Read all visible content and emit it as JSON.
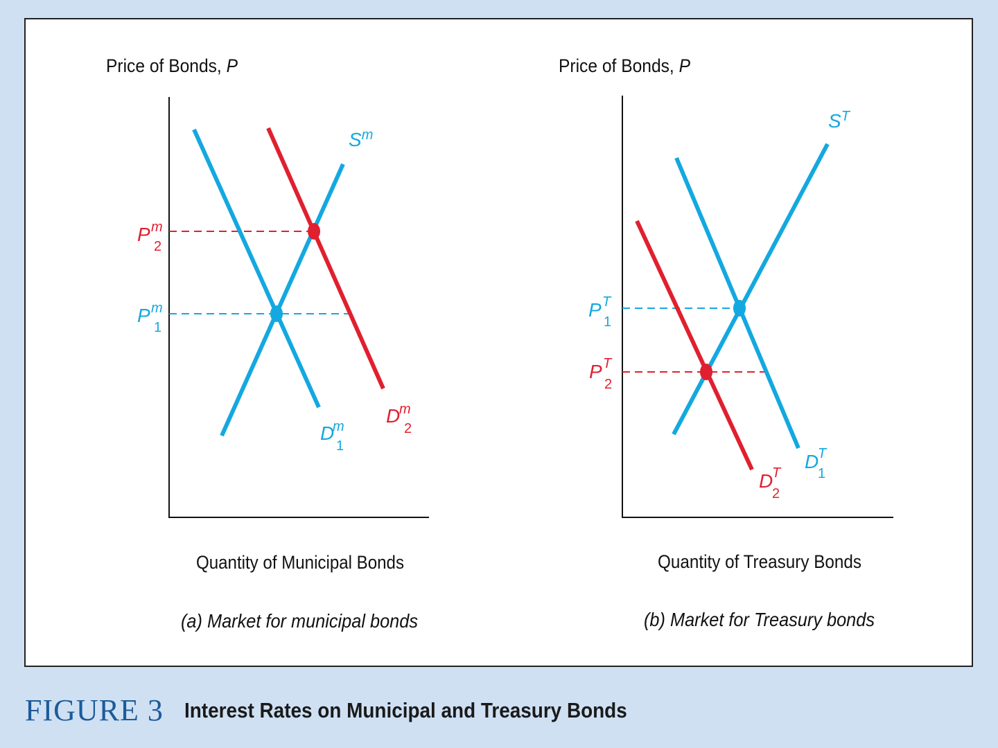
{
  "colors": {
    "blue": "#14a8e0",
    "red": "#e0202f",
    "axis": "#111111",
    "text": "#111111"
  },
  "panel_a": {
    "y_axis_label_text": "Price of Bonds, ",
    "y_axis_label_var": "P",
    "x_axis_label": "Quantity of Municipal Bonds",
    "subtitle": "(a) Market for municipal bonds",
    "supply_label": {
      "base": "S",
      "sup": "m",
      "sub": ""
    },
    "demand1_label": {
      "base": "D",
      "sup": "m",
      "sub": "1"
    },
    "demand2_label": {
      "base": "D",
      "sup": "m",
      "sub": "2"
    },
    "price1_label": {
      "base": "P",
      "sup": "m",
      "sub": "1"
    },
    "price2_label": {
      "base": "P",
      "sup": "m",
      "sub": "2"
    }
  },
  "panel_b": {
    "y_axis_label_text": "Price of Bonds, ",
    "y_axis_label_var": "P",
    "x_axis_label": "Quantity of Treasury Bonds",
    "subtitle": "(b) Market for Treasury bonds",
    "supply_label": {
      "base": "S",
      "sup": "T",
      "sub": ""
    },
    "demand1_label": {
      "base": "D",
      "sup": "T",
      "sub": "1"
    },
    "demand2_label": {
      "base": "D",
      "sup": "T",
      "sub": "2"
    },
    "price1_label": {
      "base": "P",
      "sup": "T",
      "sub": "1"
    },
    "price2_label": {
      "base": "P",
      "sup": "T",
      "sub": "2"
    }
  },
  "caption": {
    "figure_number": "FIGURE 3",
    "title": "Interest Rates on Municipal and Treasury Bonds"
  }
}
